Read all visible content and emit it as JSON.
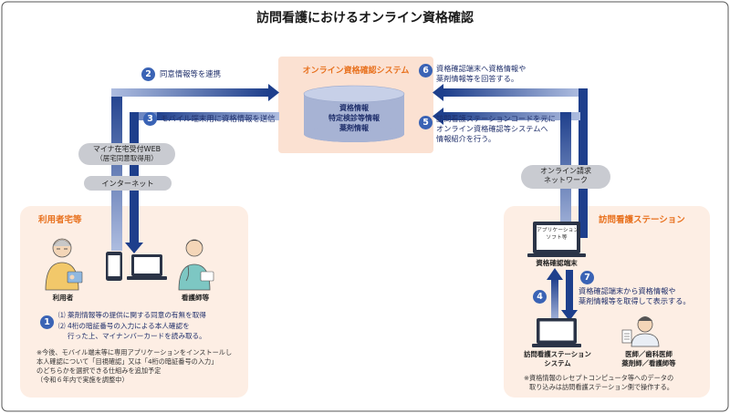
{
  "title": "訪問看護におけるオンライン資格確認",
  "system": {
    "label": "オンライン資格確認システム",
    "db_lines": [
      "資格情報",
      "特定検診等情報",
      "薬剤情報"
    ]
  },
  "steps": {
    "s2": {
      "num": "2",
      "text": "同意情報等を連携"
    },
    "s3": {
      "num": "3",
      "text": "モバイル端末用に資格情報を送信"
    },
    "s6": {
      "num": "6",
      "lines": [
        "資格確認端末へ資格情報や",
        "薬剤情報等を回答する。"
      ]
    },
    "s5": {
      "num": "5",
      "lines": [
        "訪問看護ステーションコードを元に",
        "オンライン資格確認等システムへ",
        "情報紹介を行う。"
      ]
    },
    "s7": {
      "num": "7",
      "lines": [
        "資格確認端末から資格情報や",
        "薬剤情報等を取得して表示する。"
      ]
    },
    "s4": {
      "num": "4"
    }
  },
  "left_pills": {
    "web_lines": [
      "マイナ在宅受付WEB",
      "（居宅同意取得用）"
    ],
    "internet": "インターネット"
  },
  "right_pill": {
    "lines": [
      "オンライン請求",
      "ネットワーク"
    ]
  },
  "home": {
    "label": "利用者宅等",
    "user_label": "利用者",
    "nurse_label": "看護師等",
    "step1_num": "1",
    "items": [
      "⑴ 薬剤情報等の提供に関する同意の有無を取得",
      "⑵ 4桁の暗証番号の入力による本人確認を",
      "　 行った上、マイナンバーカードを読み取る。"
    ],
    "note": [
      "※今後、モバイル端末等に専用アプリケーションをインストールし",
      "本人確認について「目視確認」又は「4桁の暗証番号の入力」",
      "のどちらかを選択できる仕組みを追加予定",
      "（令和６年内で実施を調整中）"
    ]
  },
  "station": {
    "label": "訪問看護ステーション",
    "app_lines": [
      "アプリケーション",
      "ソフト等"
    ],
    "terminal_label": "資格確認端末",
    "system_lines": [
      "訪問看護ステーション",
      "システム"
    ],
    "staff_lines": [
      "医師／歯科医師",
      "薬剤師／看護師等"
    ],
    "note": [
      "※資格情報のレセプトコンピュータ等へのデータの",
      "取り込みは訪問看護ステーション側で操作する。"
    ]
  },
  "colors": {
    "arrow": "#1e3f8c",
    "badge": "#3a63b5",
    "panel": "#fdeee4",
    "orange": "#e8711e",
    "pill": "#c9cbd1"
  }
}
